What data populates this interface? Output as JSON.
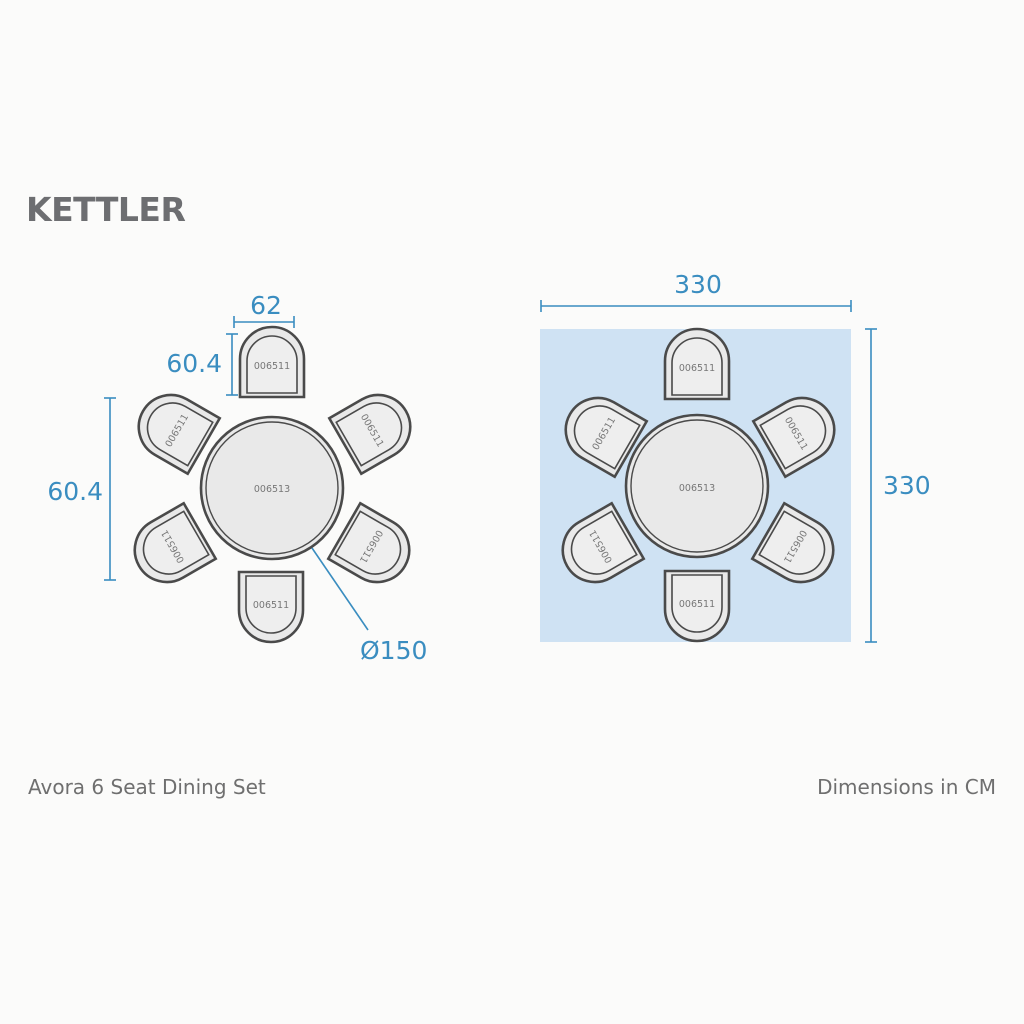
{
  "brand": {
    "logo_text": "KETTLER"
  },
  "captions": {
    "product_name": "Avora 6 Seat Dining Set",
    "units_note": "Dimensions in CM"
  },
  "dimensions": {
    "chair_width": "62",
    "chair_depth": "60.4",
    "chair_side_depth": "60.4",
    "table_diameter": "Ø150",
    "area_width": "330",
    "area_depth": "330"
  },
  "codes": {
    "table": "006513",
    "chair_top": "006511",
    "chair_upper_left": "006511",
    "chair_upper_right": "006511",
    "chair_lower_left": "006511",
    "chair_lower_right": "006511",
    "chair_bottom": "006511"
  },
  "colors": {
    "dimension_blue": "#3a8dc0",
    "area_fill": "#cfe2f3",
    "furniture_outline": "#4a4a4a",
    "furniture_fill": "#e9e9e9"
  }
}
